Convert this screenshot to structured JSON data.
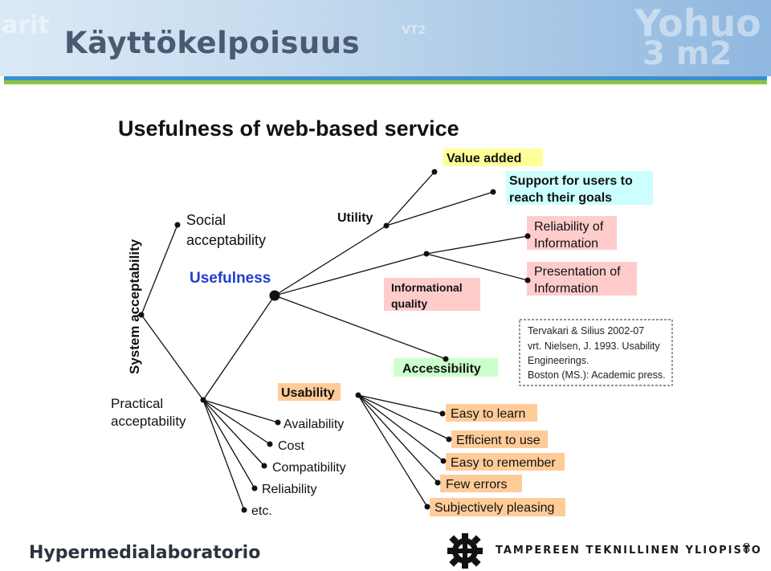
{
  "slide": {
    "title": "Käyttökelpoisuus",
    "footer_lab": "Hypermedialaboratorio",
    "footer_university": "TAMPEREEN TEKNILLINEN YLIOPISTO",
    "page_number": "8"
  },
  "header_background_words": [
    "arit",
    "Yohuo",
    "3 m2",
    "VT2"
  ],
  "diagram": {
    "title": "Usefulness of web-based service",
    "system_acceptability": "System acceptability",
    "social_acceptability": [
      "Social",
      "acceptability"
    ],
    "practical_acceptability": [
      "Practical",
      "acceptability"
    ],
    "usefulness": "Usefulness",
    "utility": "Utility",
    "usability": "Usability",
    "value_added": "Value added",
    "support_users": [
      "Support for users to",
      "reach their goals"
    ],
    "informational_quality": [
      "Informational",
      "quality"
    ],
    "reliability_info": [
      "Reliability of",
      "Information"
    ],
    "presentation_info": [
      "Presentation of",
      "Information"
    ],
    "accessibility": "Accessibility",
    "practical_items": [
      "Availability",
      "Cost",
      "Compatibility",
      "Reliability",
      "etc."
    ],
    "usability_items": [
      "Easy to learn",
      "Efficient to use",
      "Easy to remember",
      "Few errors",
      "Subjectively pleasing"
    ],
    "citation": [
      "Tervakari & Silius 2002-07",
      "vrt. Nielsen, J. 1993. Usability",
      "Engineerings.",
      "Boston (MS.): Academic press."
    ]
  },
  "colors": {
    "yellow": "#ffff99",
    "cyan": "#ccffff",
    "pink": "#ffcccc",
    "green": "#ccffcc",
    "peach": "#ffcc99",
    "usefulness_blue": "#1f3fcf",
    "band_blue": "#3a8fcf",
    "band_green": "#8cc63f"
  }
}
